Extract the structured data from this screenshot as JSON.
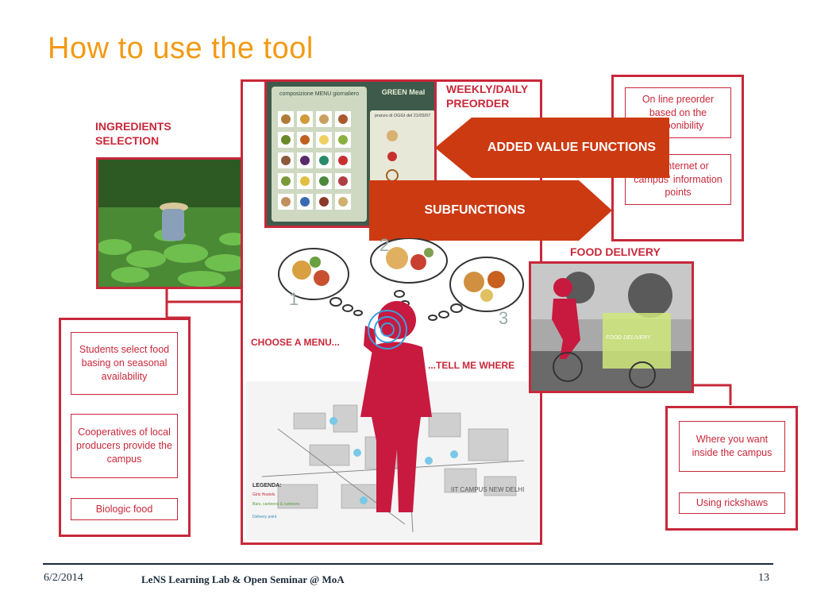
{
  "slide": {
    "title": "How to use the tool"
  },
  "labels": {
    "ingredients": "INGREDIENTS SELECTION",
    "preorder": "WEEKLY/DAILY PREORDER",
    "food_delivery": "FOOD DELIVERY",
    "choose_menu": "CHOOSE A MENU...",
    "tell_me_where": "...TELL ME WHERE",
    "added_value": "ADDED VALUE FUNCTIONS",
    "subfunctions": "SUBFUNCTIONS",
    "num1": "1",
    "num2": "2",
    "num3": "3"
  },
  "left_boxes": [
    "Students select food basing on seasonal availability",
    "Cooperatives of local producers provide the campus",
    "Biologic food"
  ],
  "top_right_boxes": [
    "On line preorder based on the disponibility",
    "Via internet or campus' information points"
  ],
  "bottom_right_boxes": [
    "Where you want inside the campus",
    "Using rickshaws"
  ],
  "menu_app": {
    "header": "composizione MENU giornaliero",
    "brand": "GREEN Meal",
    "sub": "pranzo di OGGI del 21/05/07"
  },
  "map": {
    "legend_title": "LEGENDA:",
    "legend_items": [
      "Girls Hostels",
      "Bars, canteens & canteens",
      "Delivery point"
    ],
    "campus_label": "IIT CAMPUS NEW DELHI"
  },
  "delivery_cart": "FOOD DELIVERY",
  "footer": {
    "date": "6/2/2014",
    "center": "LeNS Learning Lab & Open Seminar @ MoA",
    "page": "13"
  },
  "colors": {
    "accent": "#c8283a",
    "title": "#f29a14",
    "arrow": "#cc3a12"
  }
}
